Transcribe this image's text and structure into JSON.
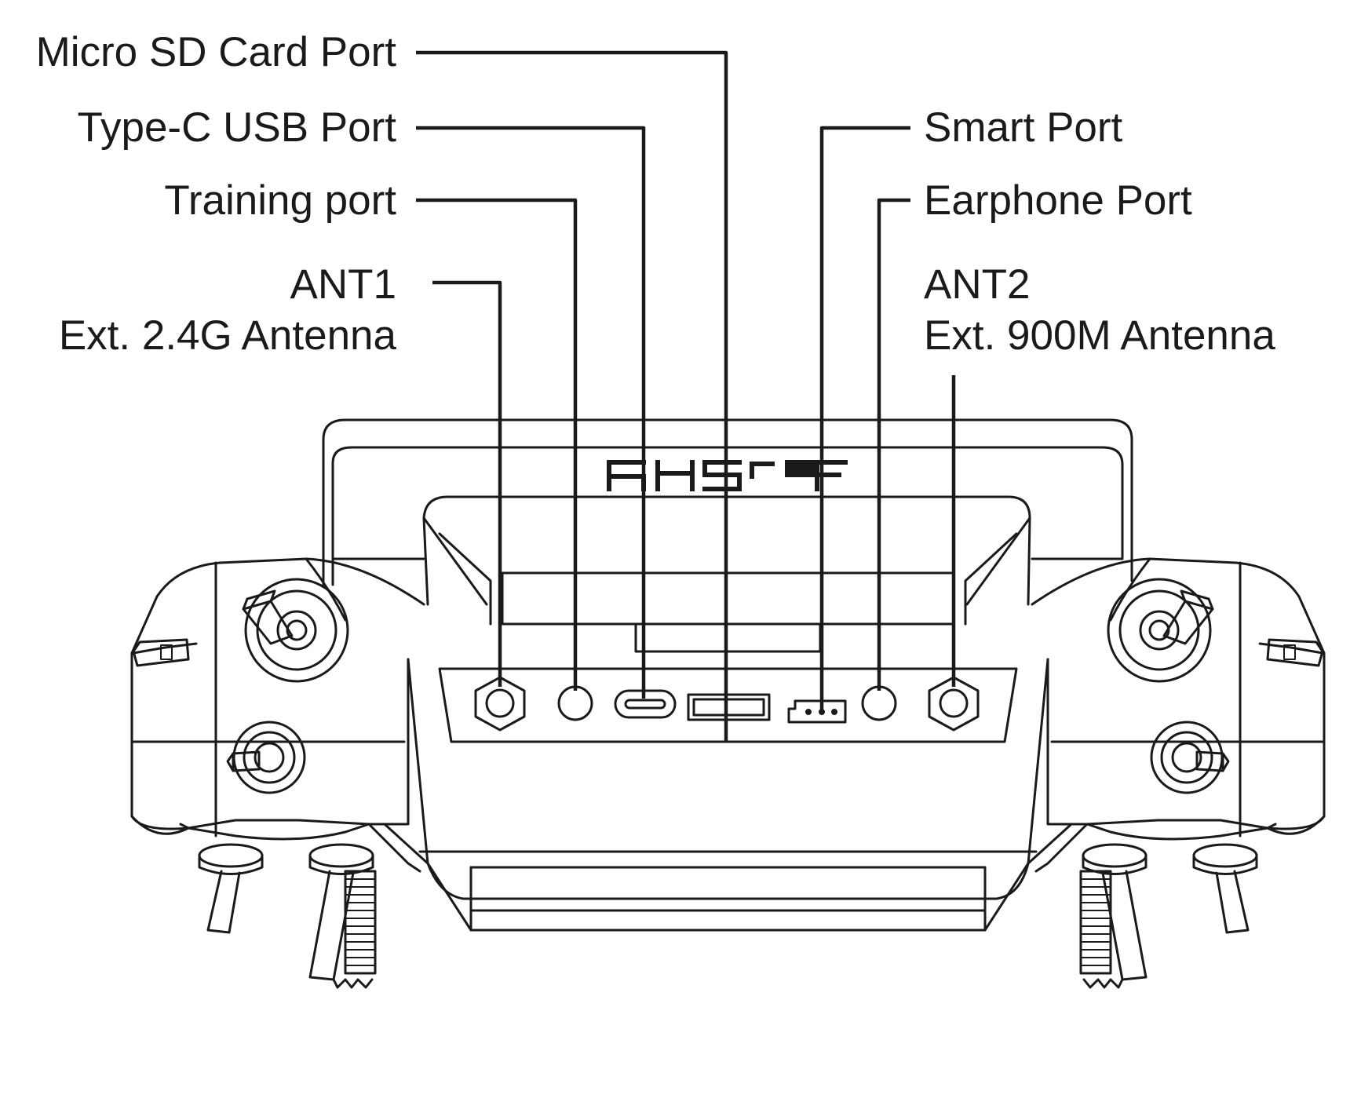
{
  "labels": {
    "micro_sd": "Micro SD Card Port",
    "type_c": "Type-C USB Port",
    "training": "Training port",
    "ant1_line1": "ANT1",
    "ant1_line2": "Ext. 2.4G Antenna",
    "smart": "Smart Port",
    "earphone": "Earphone Port",
    "ant2_line1": "ANT2",
    "ant2_line2": "Ext. 900M Antenna"
  },
  "brand_logo": "FrSky"
}
